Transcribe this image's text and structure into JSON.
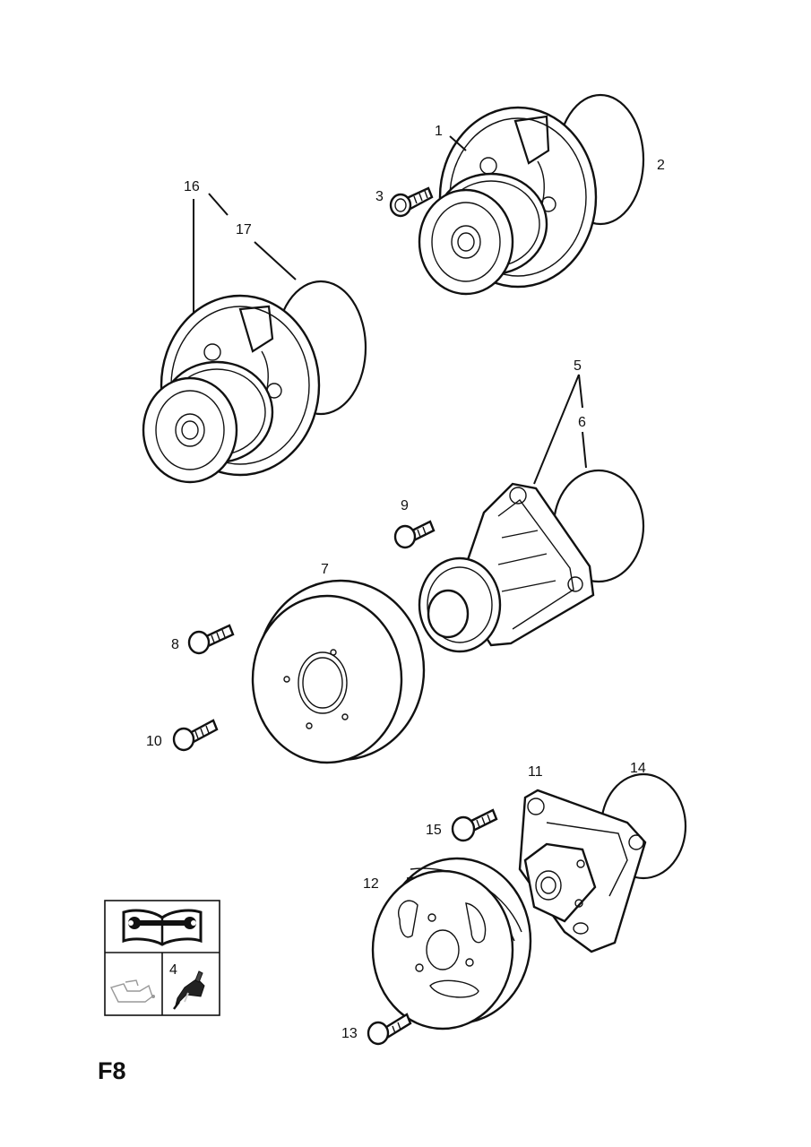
{
  "page_code": "F8",
  "legend": {
    "tool_number": "4"
  },
  "callouts": [
    "1",
    "2",
    "3",
    "4",
    "5",
    "6",
    "7",
    "8",
    "9",
    "10",
    "11",
    "12",
    "13",
    "14",
    "15",
    "16",
    "17"
  ]
}
